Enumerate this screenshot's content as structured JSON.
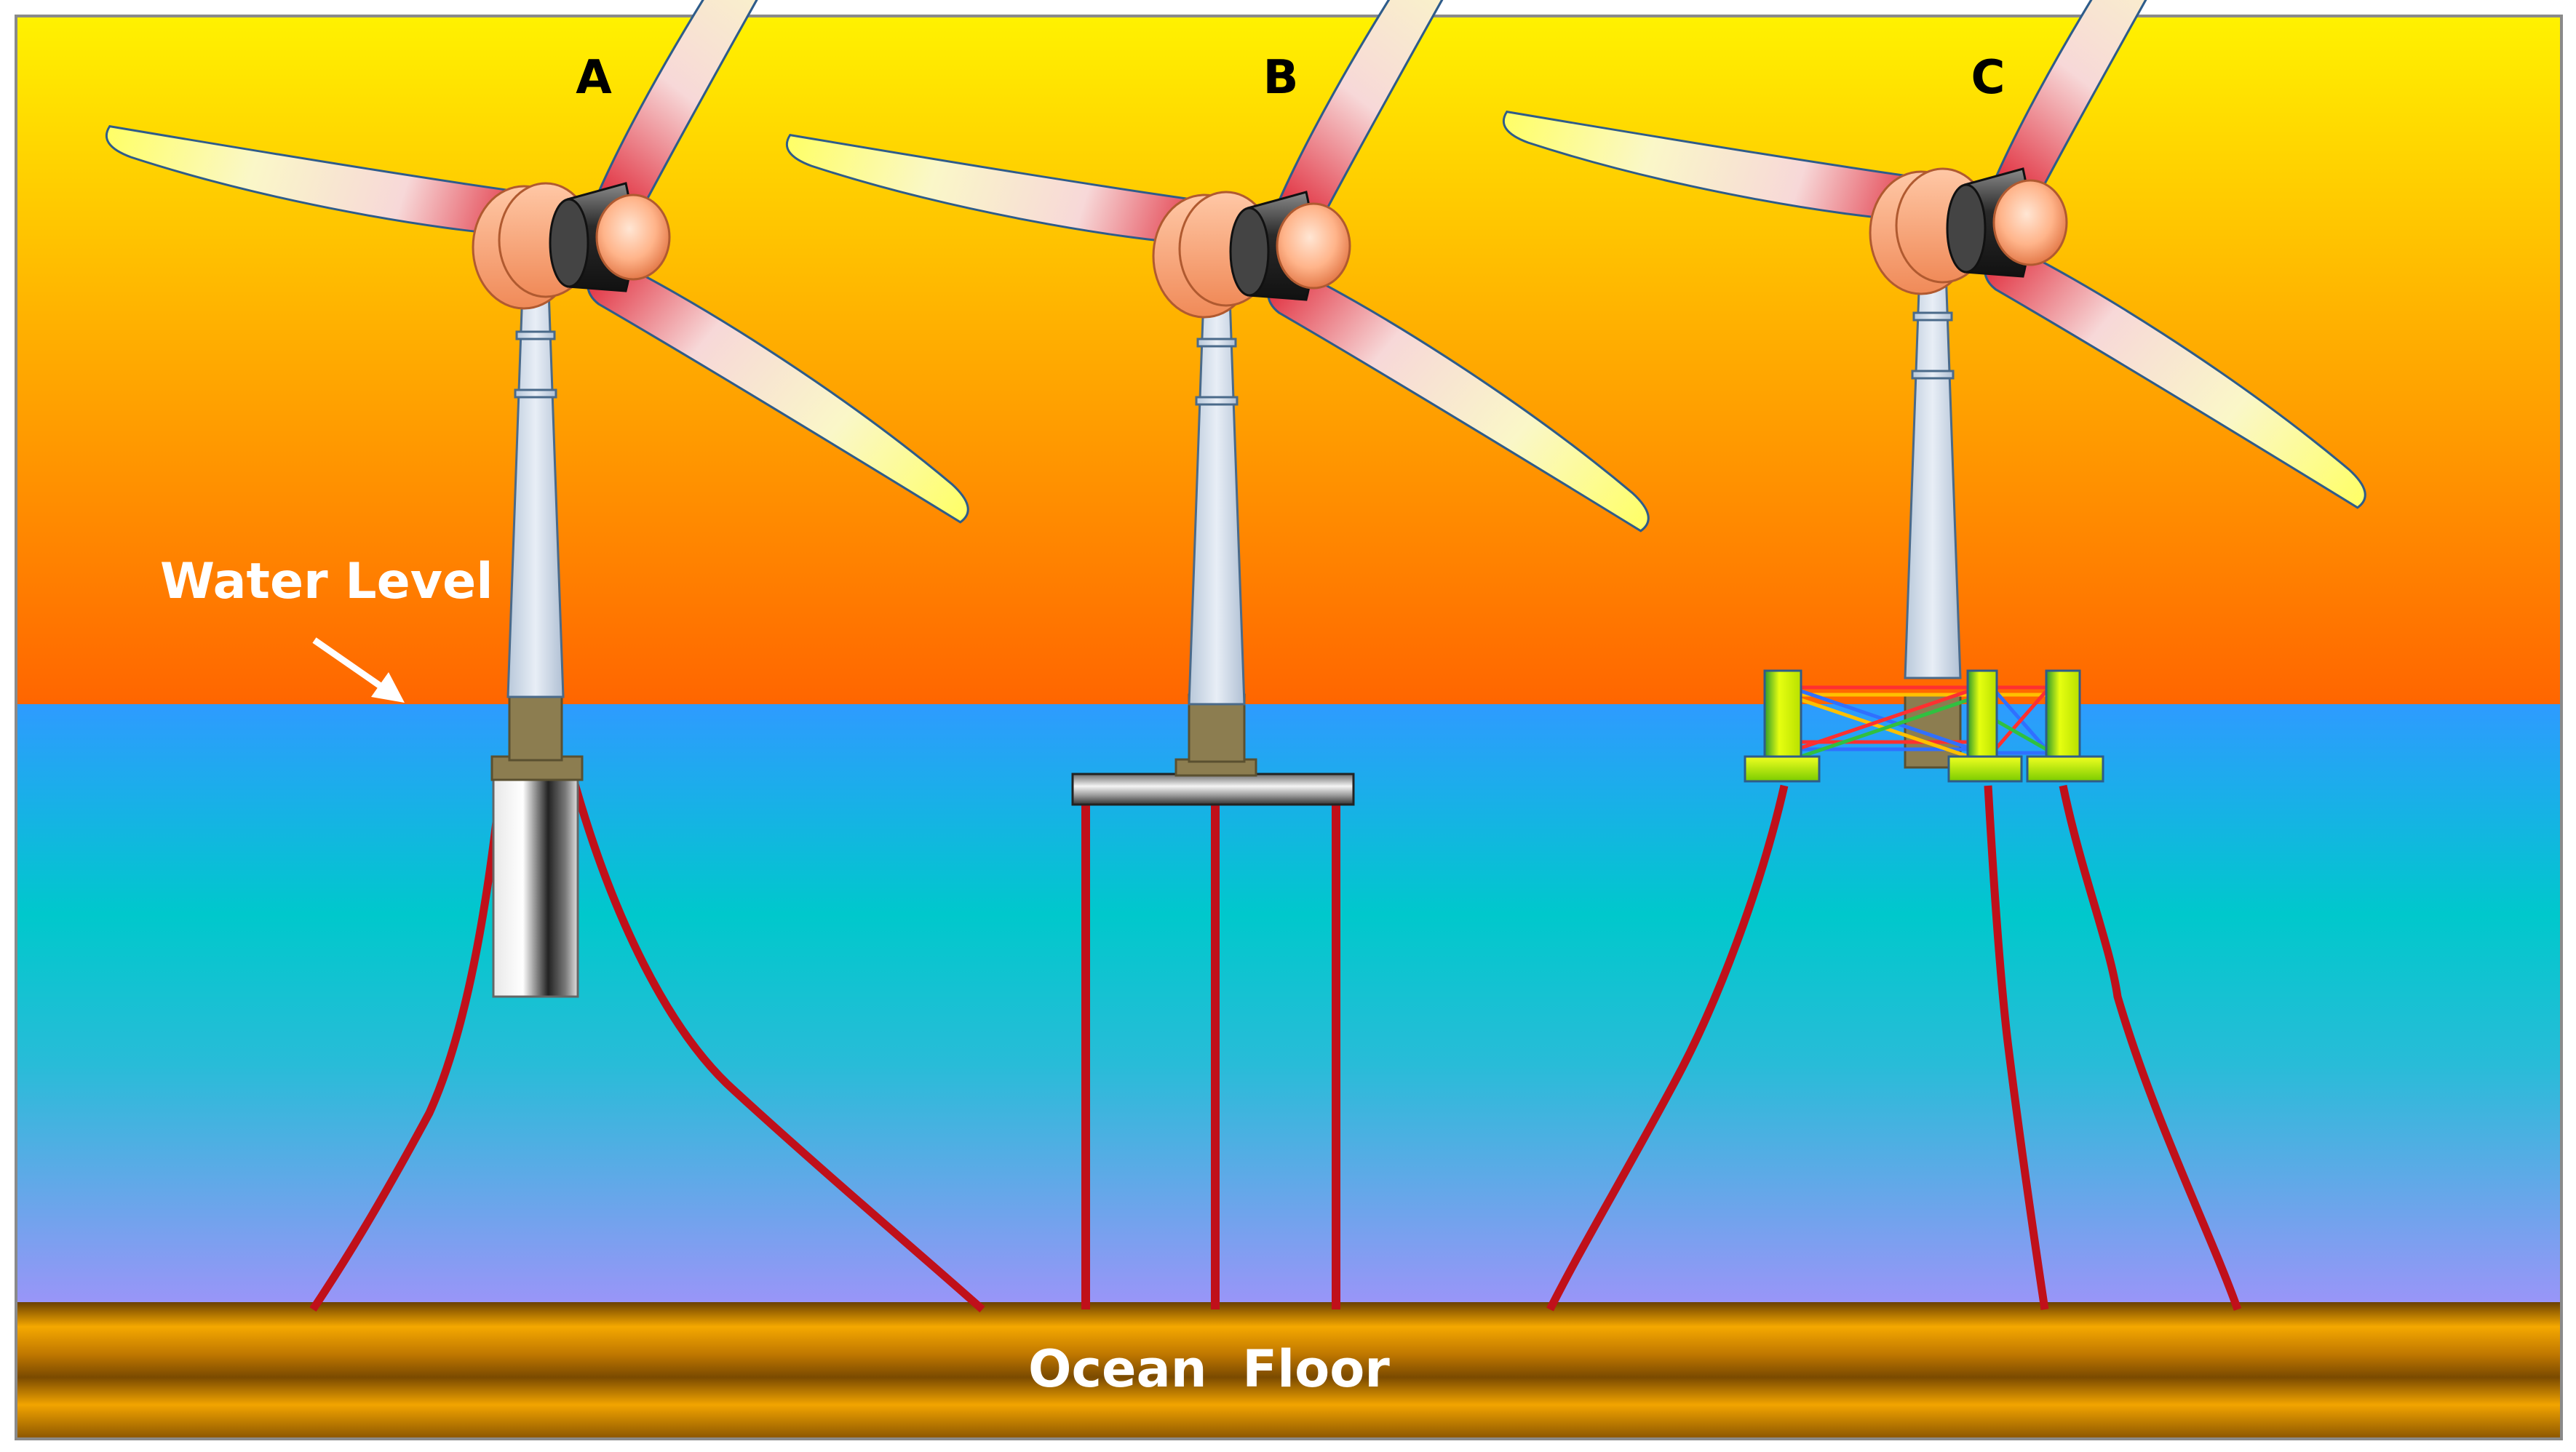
{
  "labels": {
    "turbine_a": "A",
    "turbine_b": "B",
    "turbine_c": "C",
    "water_level": "Water Level",
    "ocean_floor": "Ocean  Floor"
  },
  "colors": {
    "sky_top": "#FFF200",
    "sky_bottom": "#FF6A00",
    "water_top": "#2E9BFF",
    "water_mid": "#00C8CC",
    "water_bottom": "#9A95F8",
    "floor_light": "#F5A300",
    "floor_dark": "#7A4A00",
    "mooring_line": "#C0101A",
    "blade_tip": "#FFFF70",
    "blade_root": "#E03040",
    "tower": "#D8E4F0",
    "nacelle": "#333333",
    "hub": "#FFB58A",
    "transition_piece": "#8C7D50",
    "pontoon": "#E0FF00"
  }
}
